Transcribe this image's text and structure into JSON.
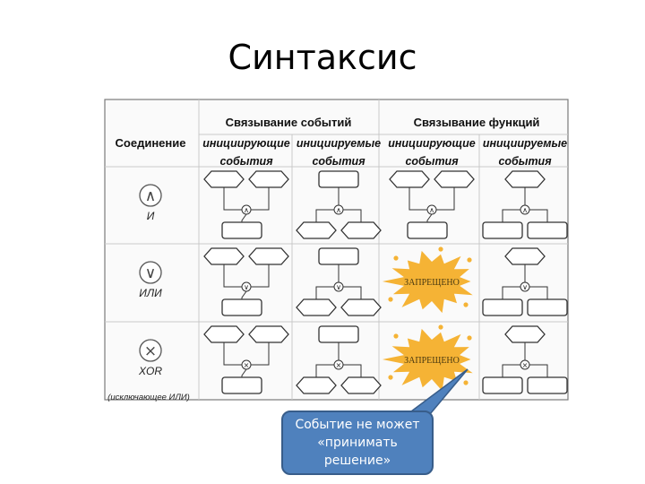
{
  "title": "Синтаксис",
  "table": {
    "group_headers": [
      "Связывание событий",
      "Связывание функций"
    ],
    "connector_header": "Соединение",
    "sub_headers": [
      [
        "инициирующие",
        "события"
      ],
      [
        "инициируемые",
        "события"
      ],
      [
        "инициирующие",
        "события"
      ],
      [
        "инициируемые",
        "события"
      ]
    ],
    "rows": [
      {
        "symbol": "∧",
        "label": "И",
        "sublabel": "",
        "icon": "and-icon",
        "forbidden": false
      },
      {
        "symbol": "∨",
        "label": "ИЛИ",
        "sublabel": "",
        "icon": "or-icon",
        "forbidden": true
      },
      {
        "symbol": "×",
        "label": "XOR",
        "sublabel": "(исключающее ИЛИ)",
        "icon": "xor-icon",
        "forbidden": true
      }
    ],
    "forbidden_label": "ЗАПРЕЩЕНО"
  },
  "callout": {
    "lines": [
      "Событие не может",
      "«принимать",
      "решение»"
    ]
  },
  "colors": {
    "callout_fill": "#4f81bd",
    "splash": "#f5b335",
    "grid": "#c9c9c9"
  }
}
